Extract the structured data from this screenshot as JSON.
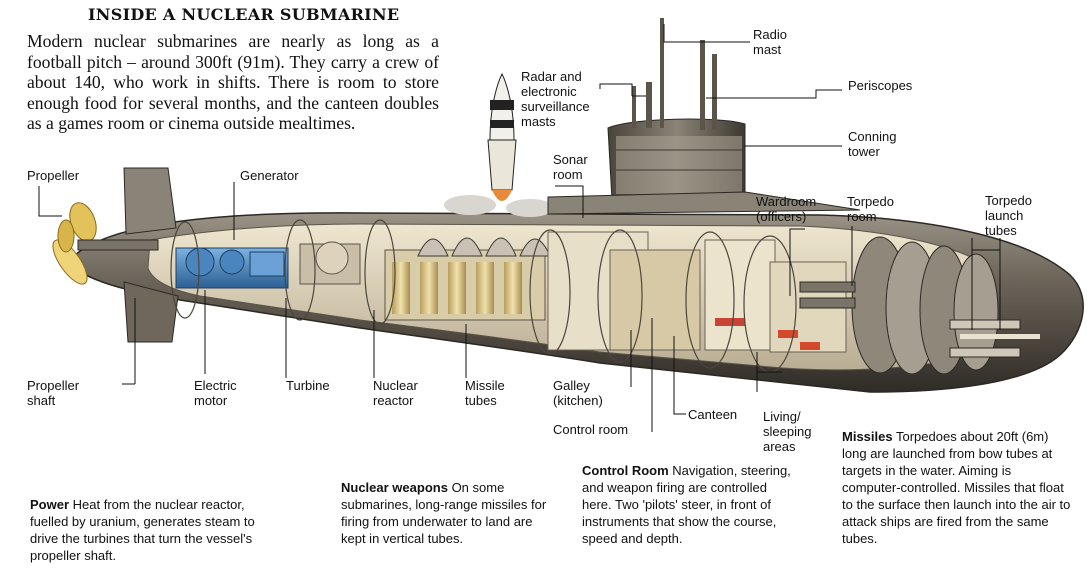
{
  "title": "INSIDE A NUCLEAR SUBMARINE",
  "intro": "Modern nuclear submarines are nearly as long as a football pitch – around 300ft (91m). They carry a crew of about 140, who work in shifts. There is room to store enough food for several months, and the canteen doubles as a games room or cinema outside mealtimes.",
  "labels": {
    "radio_mast": [
      "Radio",
      "mast"
    ],
    "radar_masts": [
      "Radar and",
      "electronic",
      "surveillance",
      "masts"
    ],
    "periscopes": [
      "Periscopes"
    ],
    "conning_tower": [
      "Conning",
      "tower"
    ],
    "sonar_room": [
      "Sonar",
      "room"
    ],
    "propeller": [
      "Propeller"
    ],
    "generator": [
      "Generator"
    ],
    "wardroom": [
      "Wardroom",
      "(officers)"
    ],
    "torpedo_room": [
      "Torpedo",
      "room"
    ],
    "torpedo_tubes": [
      "Torpedo",
      "launch",
      "tubes"
    ],
    "propeller_shaft": [
      "Propeller",
      "shaft"
    ],
    "electric_motor": [
      "Electric",
      "motor"
    ],
    "turbine": [
      "Turbine"
    ],
    "nuclear_reactor": [
      "Nuclear",
      "reactor"
    ],
    "missile_tubes": [
      "Missile",
      "tubes"
    ],
    "galley": [
      "Galley",
      "(kitchen)"
    ],
    "canteen": [
      "Canteen"
    ],
    "control_room": [
      "Control room"
    ],
    "living_areas": [
      "Living/",
      "sleeping",
      "areas"
    ]
  },
  "captions": {
    "power": {
      "head": "Power",
      "text": "Heat from the nuclear reactor, fuelled by uranium, generates steam to drive the turbines that turn the vessel's propeller shaft."
    },
    "weapons": {
      "head": "Nuclear weapons",
      "text": "On some submarines, long-range missiles for firing from underwater to land are kept in vertical tubes."
    },
    "control": {
      "head": "Control Room",
      "text": "Navigation, steering, and weapon firing are controlled here. Two 'pilots' steer, in front of instruments that show the course, speed and depth."
    },
    "missiles": {
      "head": "Missiles",
      "text": "Torpedoes about 20ft (6m) long are launched from bow tubes at targets in the water. Aiming is computer-controlled. Missiles that float to the surface then launch into the air to attack ships are fired from the same tubes."
    }
  },
  "colors": {
    "hull": "#6f675c",
    "hull_dark": "#3f3a33",
    "interior": "#e6dcc4",
    "machinery": "#3c78b4",
    "propeller": "#e2c25a",
    "flame": "#e88a3a"
  }
}
